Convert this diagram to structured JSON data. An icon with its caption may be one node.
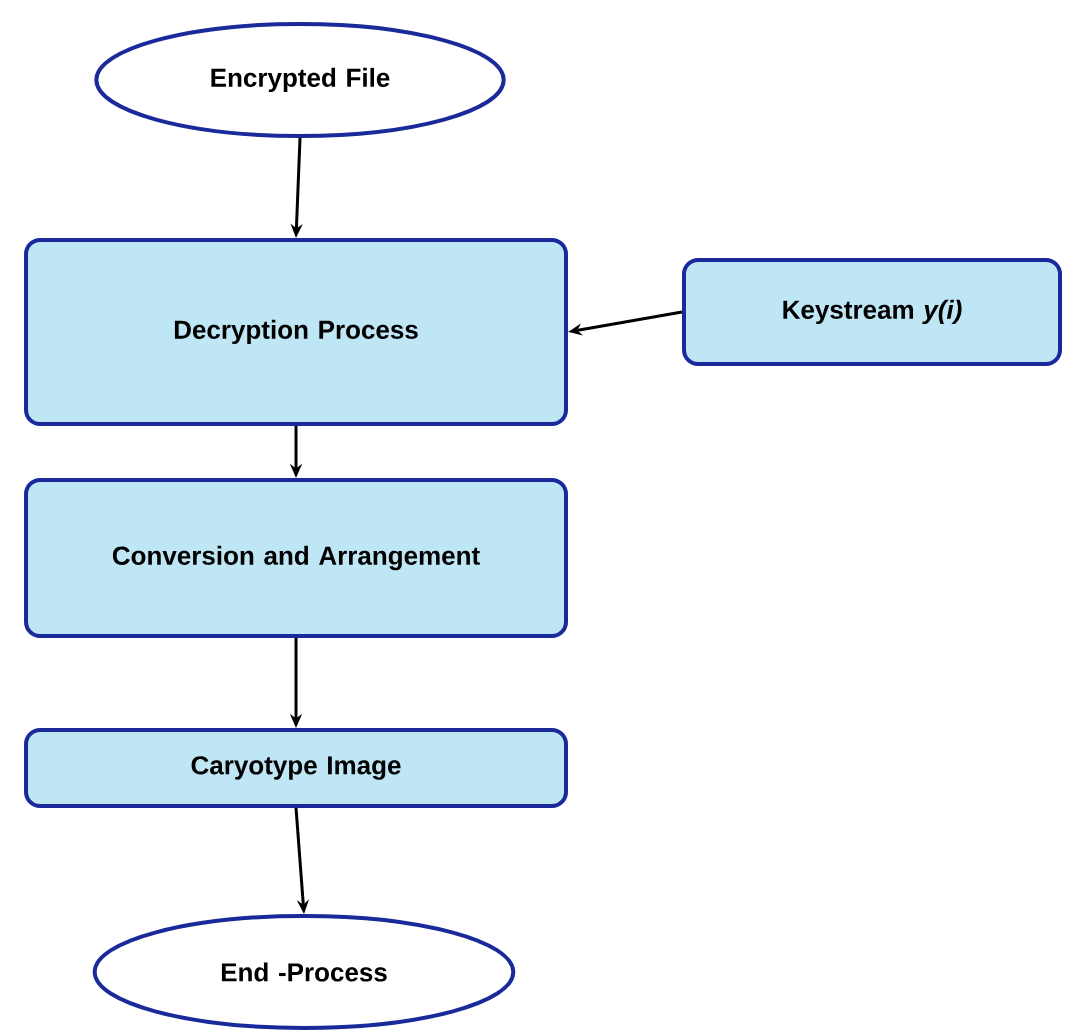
{
  "diagram": {
    "nodes": [
      {
        "text": [
          "Encrypted File"
        ]
      },
      {
        "text": [
          "Decryption Process"
        ]
      },
      {
        "text": [
          "Keystream *y(i)*"
        ]
      },
      {
        "text": [
          "Conversion and Arrangement"
        ]
      },
      {
        "text": [
          "Caryotype Image"
        ]
      },
      {
        "text": [
          "End -Process"
        ]
      }
    ],
    "edges": [
      {
        "from": 0,
        "to": 1,
        "arrow": "to"
      },
      {
        "from": 2,
        "to": 1,
        "arrow": "to"
      },
      {
        "from": 1,
        "to": 3,
        "arrow": "to"
      },
      {
        "from": 3,
        "to": 4,
        "arrow": "to"
      },
      {
        "from": 4,
        "to": 5,
        "arrow": "to"
      }
    ]
  }
}
